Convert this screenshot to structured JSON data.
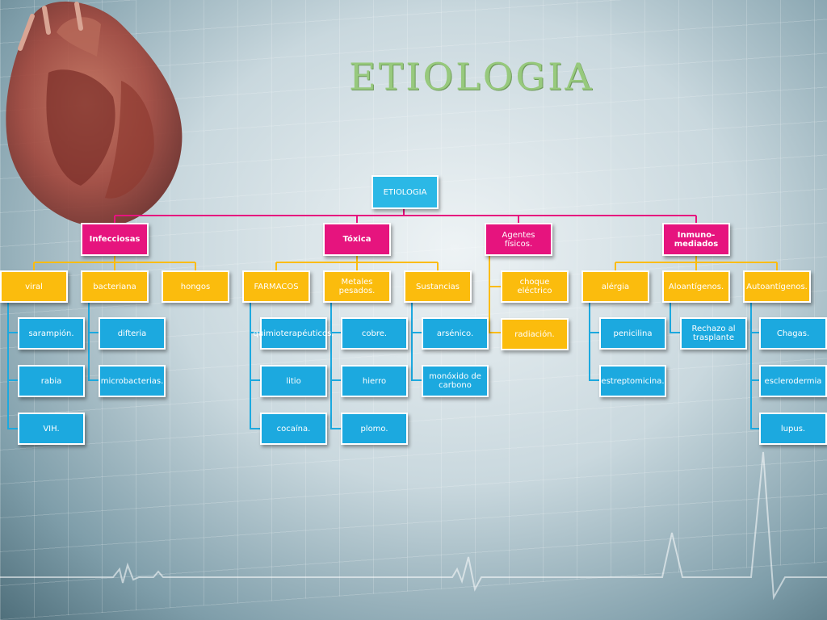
{
  "title": "ETIOLOGIA",
  "colors": {
    "root": "#2bb8e6",
    "category": "#e6147e",
    "subcategory": "#fbbc0d",
    "leaf": "#1ca9df",
    "title": "#97c97d"
  },
  "diagram": {
    "root": "ETIOLOGIA",
    "categories": [
      {
        "label": "Infecciosas",
        "children": [
          {
            "label": "viral",
            "items": [
              "sarampión.",
              "rabia",
              "VIH."
            ]
          },
          {
            "label": "bacteriana",
            "items": [
              "difteria",
              "microbacterias."
            ]
          },
          {
            "label": "hongos",
            "items": []
          }
        ]
      },
      {
        "label": "Tóxica",
        "children": [
          {
            "label": "FARMACOS",
            "items": [
              "quimioterapéuticos.",
              "litio",
              "cocaína."
            ]
          },
          {
            "label": "Metales pesados.",
            "items": [
              "cobre.",
              "hierro",
              "plomo."
            ]
          },
          {
            "label": "Sustancias",
            "items": [
              "arsénico.",
              "monóxido de carbono"
            ]
          }
        ]
      },
      {
        "label": "Agentes físicos.",
        "children": [
          {
            "label": "choque eléctrico",
            "items": []
          },
          {
            "label": "radiación.",
            "items": []
          }
        ]
      },
      {
        "label": "Inmuno-mediados",
        "children": [
          {
            "label": "alérgia",
            "items": [
              "penicilina",
              "estreptomicina."
            ]
          },
          {
            "label": "Aloantígenos.",
            "items": [
              "Rechazo al trasplante"
            ]
          },
          {
            "label": "Autoantígenos.",
            "items": [
              "Chagas.",
              "esclerodermia",
              "lupus."
            ]
          }
        ]
      }
    ]
  }
}
